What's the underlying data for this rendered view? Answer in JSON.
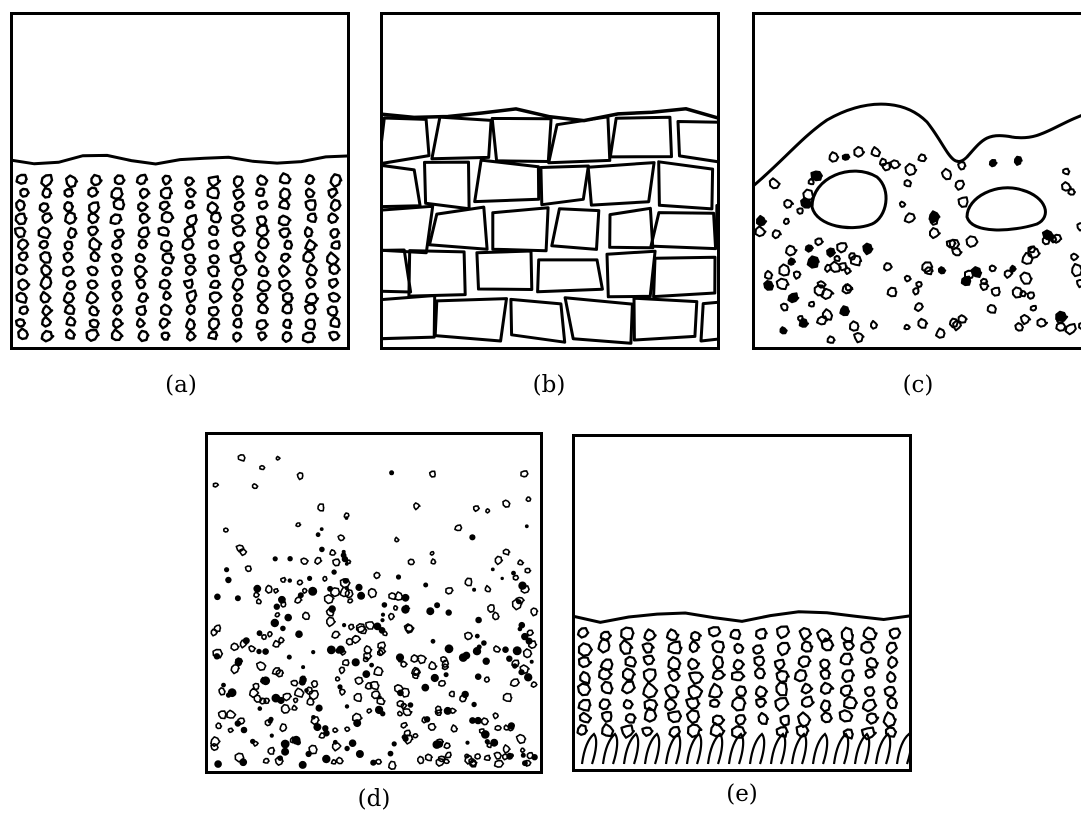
{
  "figure": {
    "panels": [
      {
        "key": "a",
        "label": "(a)"
      },
      {
        "key": "b",
        "label": "(b)"
      },
      {
        "key": "c",
        "label": "(c)"
      },
      {
        "key": "d",
        "label": "(d)"
      },
      {
        "key": "e",
        "label": "(e)"
      }
    ]
  },
  "colors": {
    "ink": "#000000",
    "paper": "#ffffff"
  }
}
